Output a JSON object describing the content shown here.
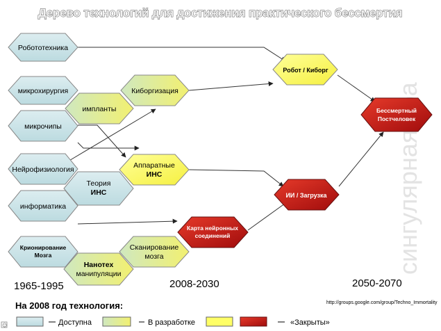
{
  "title": "Дерево технологий  для достижения практического бессмертия",
  "watermark": "сингулярная   эра",
  "eras": [
    "1965-1995",
    "2008-2030",
    "2050-2070"
  ],
  "legend": {
    "title": "На 2008 год технология:",
    "items": [
      "Доступна",
      "В разработке",
      "«Закрыты»"
    ]
  },
  "source_url": "http://groups.google.com/group/Techno_Immortality",
  "colors": {
    "available": "#cfe6ea",
    "developing_from": "#cfe8c0",
    "developing_to": "#f2f070",
    "yellow": "#ffff66",
    "closed": "#cc1c1c"
  },
  "nodes": {
    "robotics": "Робототехника",
    "microsurgery": "микрохирургия",
    "implants": "импланты",
    "microchips": "микрочипы",
    "cyborgization": "Киборгизация",
    "neurophysiology": "Нейрофизиология",
    "ins_theory_1": "Теория",
    "ins_theory_2": "ИНС",
    "informatics": "информатика",
    "hardware_ins_1": "Аппаратные",
    "hardware_ins_2": "ИНС",
    "brain_cryo_1": "Крионирование",
    "brain_cryo_2": "Мозга",
    "nanotech_1": "Нанотех",
    "nanotech_2": "манипуляции",
    "brain_scan_1": "Сканирование",
    "brain_scan_2": "мозга",
    "neural_map_1": "Карта нейронных",
    "neural_map_2": "соединений",
    "robot_cyborg": "Робот / Киборг",
    "ai_upload": "ИИ / Загрузка",
    "immortal_1": "Бессмертный",
    "immortal_2": "Постчеловек"
  }
}
